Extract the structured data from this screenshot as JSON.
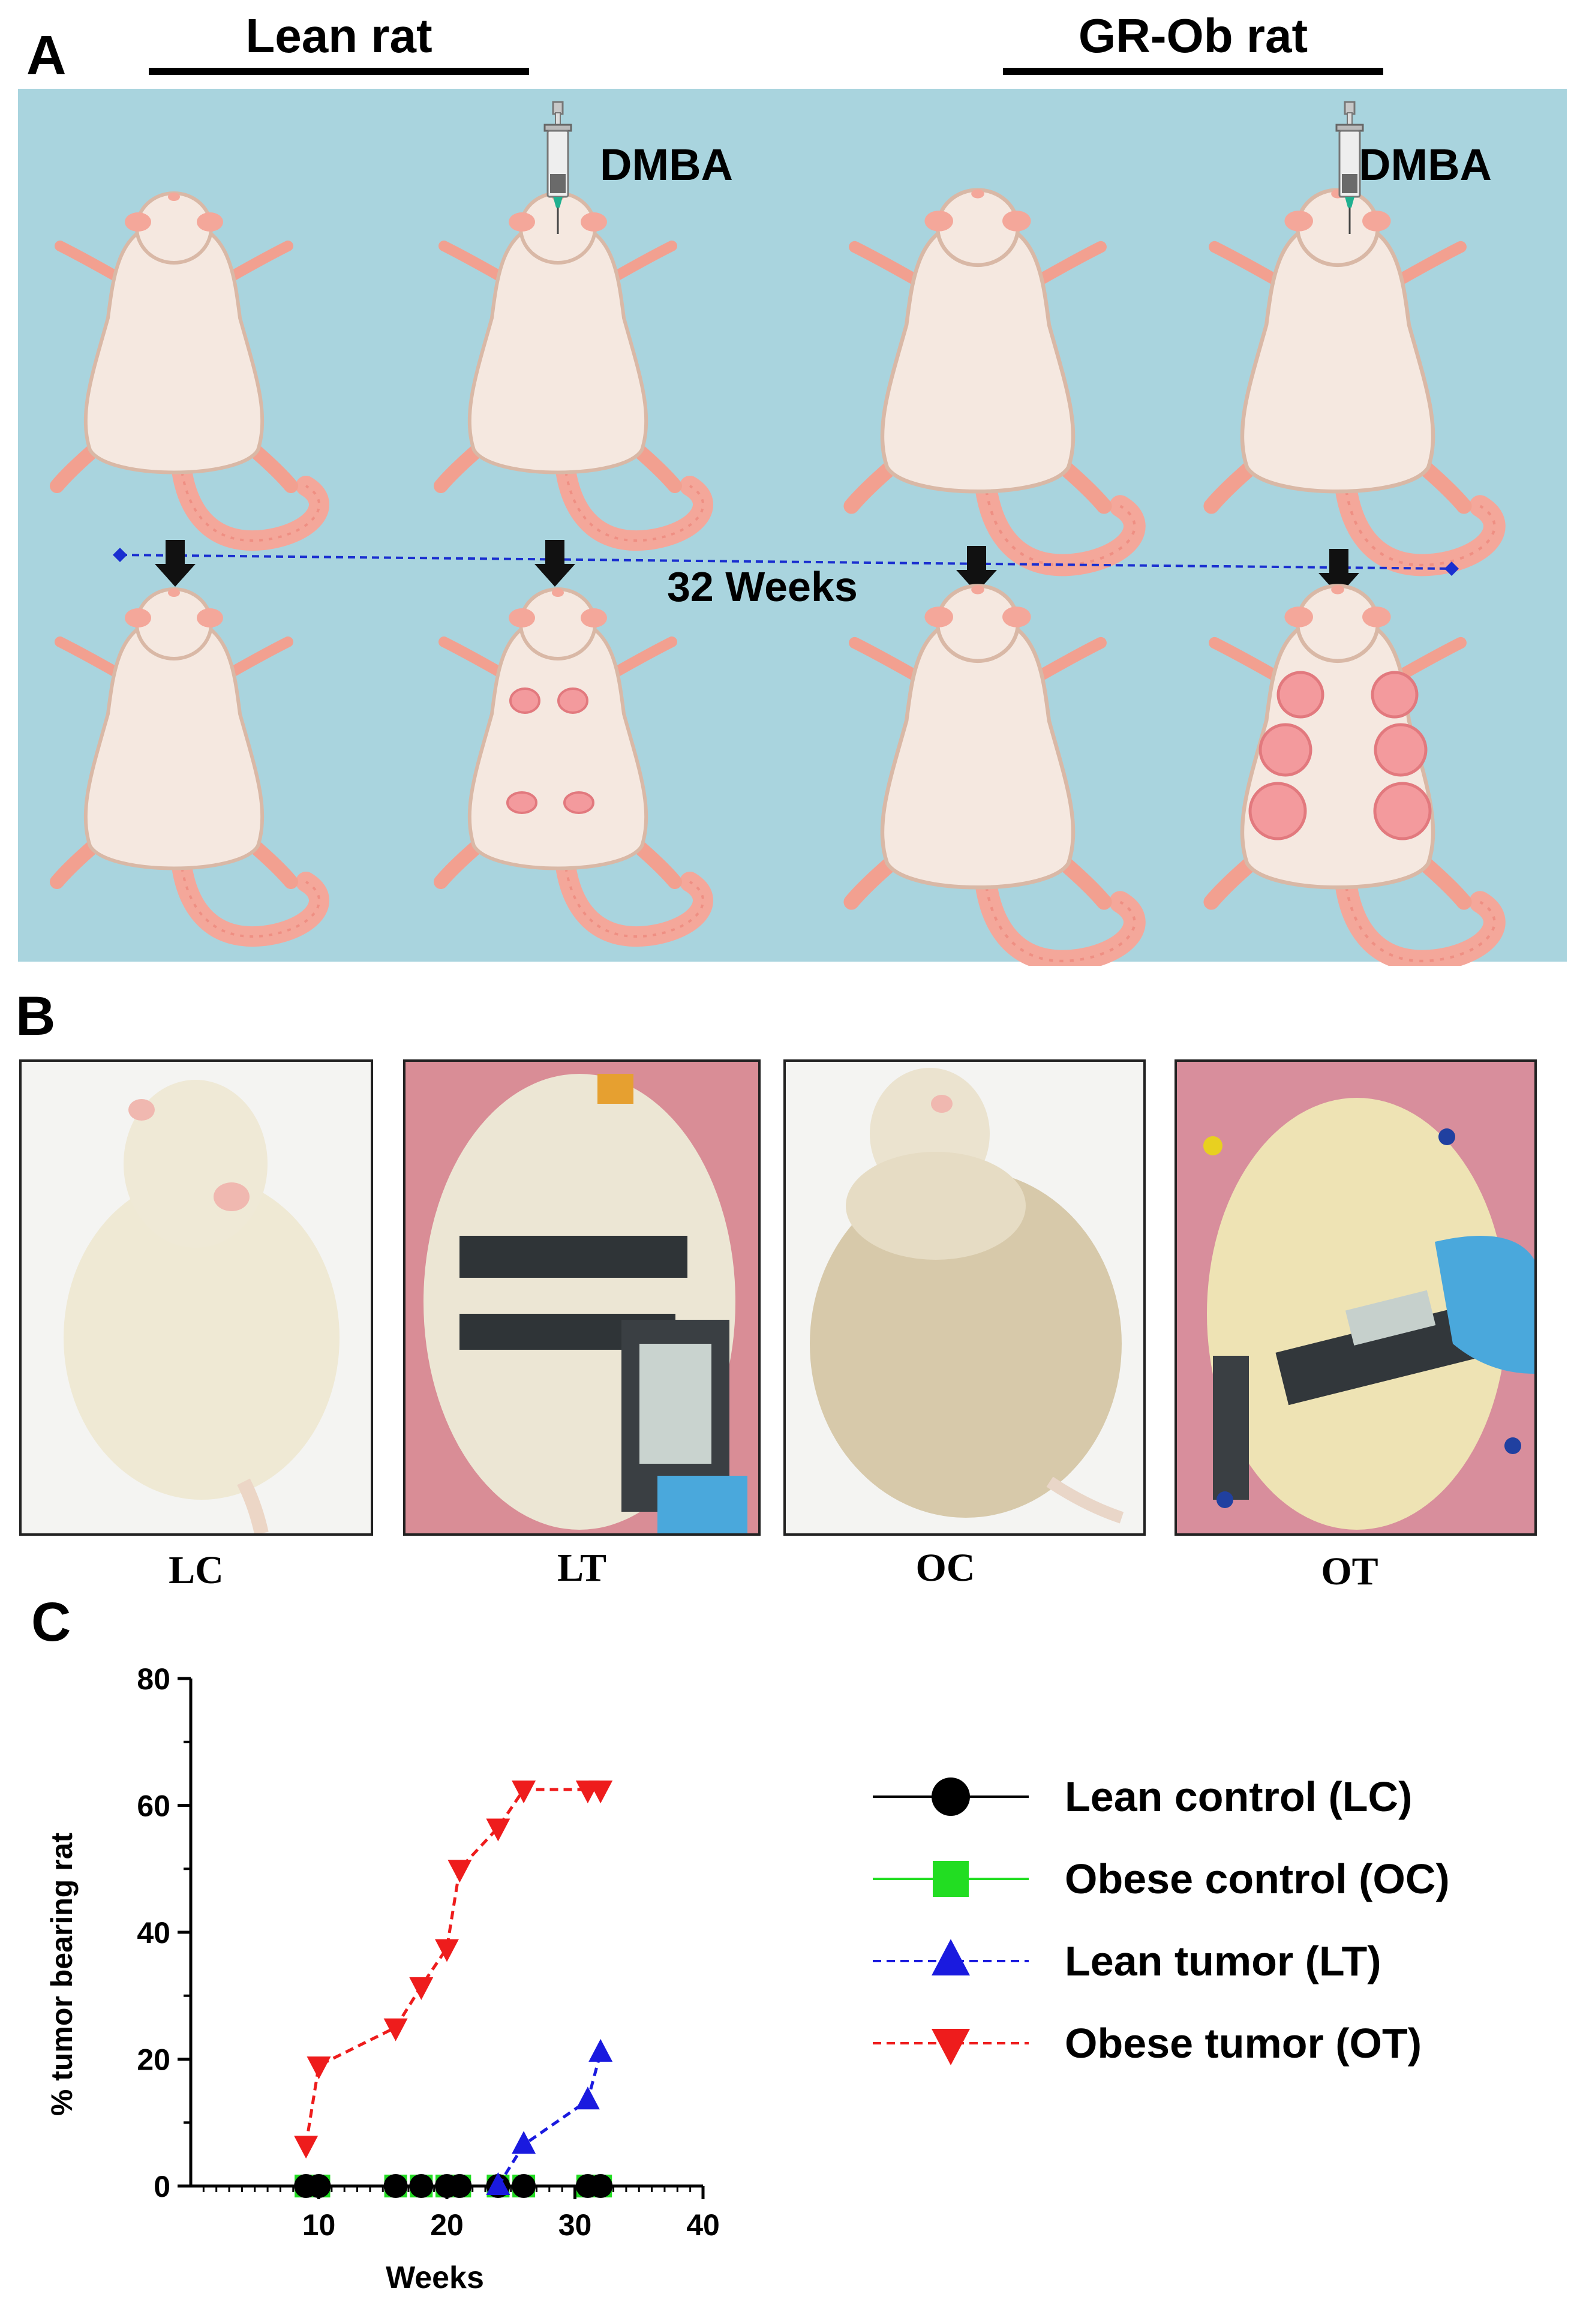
{
  "panel_a": {
    "letter": "A",
    "groups": [
      {
        "title": "Lean rat"
      },
      {
        "title": "GR-Ob rat"
      }
    ],
    "drug_label_1": "DMBA",
    "drug_label_2": "DMBA",
    "duration_label": "32 Weeks",
    "background_color": "#a9d4de"
  },
  "panel_b": {
    "letter": "B",
    "photos": [
      {
        "label": "LC"
      },
      {
        "label": "LT"
      },
      {
        "label": "OC"
      },
      {
        "label": "OT"
      }
    ]
  },
  "panel_c": {
    "letter": "C"
  },
  "chart_data": {
    "type": "line",
    "xlabel": "Weeks",
    "ylabel": "% tumor bearing rat",
    "xlim": [
      0,
      40
    ],
    "ylim": [
      0,
      80
    ],
    "xticks": [
      10,
      20,
      30,
      40
    ],
    "yticks": [
      0,
      20,
      40,
      60,
      80
    ],
    "legend_position": "right",
    "series": [
      {
        "name": "Lean control (LC)",
        "color": "#000000",
        "marker": "circle",
        "line": "solid",
        "x": [
          9,
          10,
          16,
          18,
          20,
          21,
          24,
          26,
          31,
          32
        ],
        "y": [
          0,
          0,
          0,
          0,
          0,
          0,
          0,
          0,
          0,
          0
        ]
      },
      {
        "name": "Obese control (OC)",
        "color": "#22dd22",
        "marker": "square",
        "line": "solid",
        "x": [
          9,
          10,
          16,
          18,
          20,
          21,
          24,
          26,
          31,
          32
        ],
        "y": [
          0,
          0,
          0,
          0,
          0,
          0,
          0,
          0,
          0,
          0
        ]
      },
      {
        "name": "Lean tumor (LT)",
        "color": "#1a1adf",
        "marker": "triangle-up",
        "line": "dashed",
        "x": [
          24,
          26,
          31,
          32
        ],
        "y": [
          0,
          6.5,
          13.5,
          21
        ]
      },
      {
        "name": "Obese tumor (OT)",
        "color": "#ee1c1c",
        "marker": "triangle-down",
        "line": "dashed",
        "x": [
          9,
          10,
          16,
          18,
          20,
          21,
          24,
          26,
          31,
          32
        ],
        "y": [
          6.5,
          19,
          25,
          31.5,
          37.5,
          50,
          56.5,
          62.5,
          62.5,
          62.5
        ]
      }
    ]
  }
}
